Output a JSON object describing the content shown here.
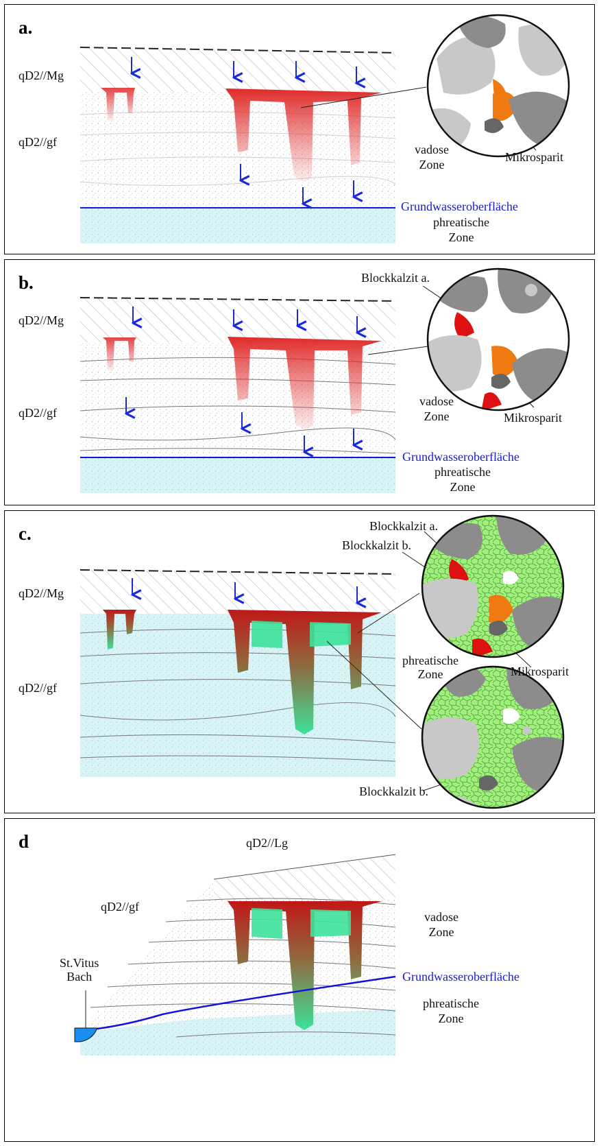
{
  "panels": [
    {
      "letter": "a.",
      "labels": {
        "mg": "qD2//Mg",
        "gf": "qD2//gf",
        "vadose": "vadose\nZone",
        "mikrosparit": "Mikrosparit",
        "gwo": "Grundwasseroberfläche",
        "phreatic": "phreatische\nZone"
      }
    },
    {
      "letter": "b.",
      "labels": {
        "mg": "qD2//Mg",
        "gf": "qD2//gf",
        "blockkalzit_a": "Blockkalzit a.",
        "vadose": "vadose\nZone",
        "mikrosparit": "Mikrosparit",
        "gwo": "Grundwasseroberfläche",
        "phreatic": "phreatische\nZone"
      }
    },
    {
      "letter": "c.",
      "labels": {
        "mg": "qD2//Mg",
        "gf": "qD2//gf",
        "blockkalzit_a": "Blockkalzit a.",
        "blockkalzit_b": "Blockkalzit b.",
        "phreatic": "phreatische\nZone",
        "mikrosparit": "Mikrosparit",
        "blockkalzit_b2": "Blockkalzit b."
      }
    },
    {
      "letter": "d",
      "labels": {
        "lg": "qD2//Lg",
        "gf": "qD2//gf",
        "vadose": "vadose\nZone",
        "stream": "St.Vitus\nBach",
        "gwo": "Grundwasseroberfläche",
        "phreatic": "phreatische\nZone"
      }
    }
  ],
  "colors": {
    "cement_red": "#e24444",
    "cement_dark_red": "#c02a1e",
    "mikrosparit": "#f07a12",
    "blockkalzit_a": "#dd1111",
    "blockkalzit_b": "#9ef07a",
    "phreatic_water": "#d8f4f6",
    "groundwater_line": "#1414d8",
    "green_cement": "#3de29b",
    "grain_light": "#c8c8c8",
    "grain_dark": "#8c8c8c",
    "arrow": "#1a2ad8"
  },
  "icons": [
    "infiltration-arrow-icon",
    "magnifier-circle-icon",
    "grain-icon"
  ]
}
